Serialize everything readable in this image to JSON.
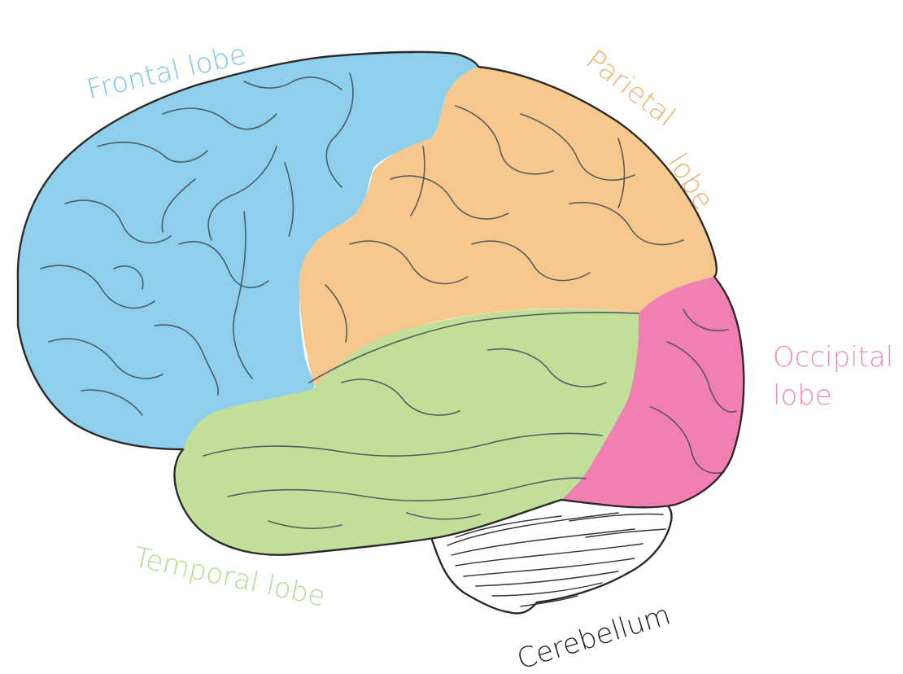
{
  "labels": {
    "frontal": "Frontal lobe",
    "parietal_1": "Parietal",
    "parietal_2": "lobe",
    "occipital_1": "Occipital",
    "occipital_2": "lobe",
    "temporal": "Temporal lobe",
    "cerebellum": "Cerebellum"
  },
  "colors": {
    "frontal": "#8ed0ec",
    "parietal": "#f6c88e",
    "occipital": "#f17fb4",
    "temporal": "#c2df9a",
    "cerebellum": "#ffffff",
    "frontal_label": "#7cc6e6",
    "parietal_label": "#eeb071",
    "occipital_label": "#ec8cb8",
    "temporal_label": "#b5d98b",
    "cerebellum_label": "#1e1e1e",
    "outline": "#2a2a2a"
  }
}
